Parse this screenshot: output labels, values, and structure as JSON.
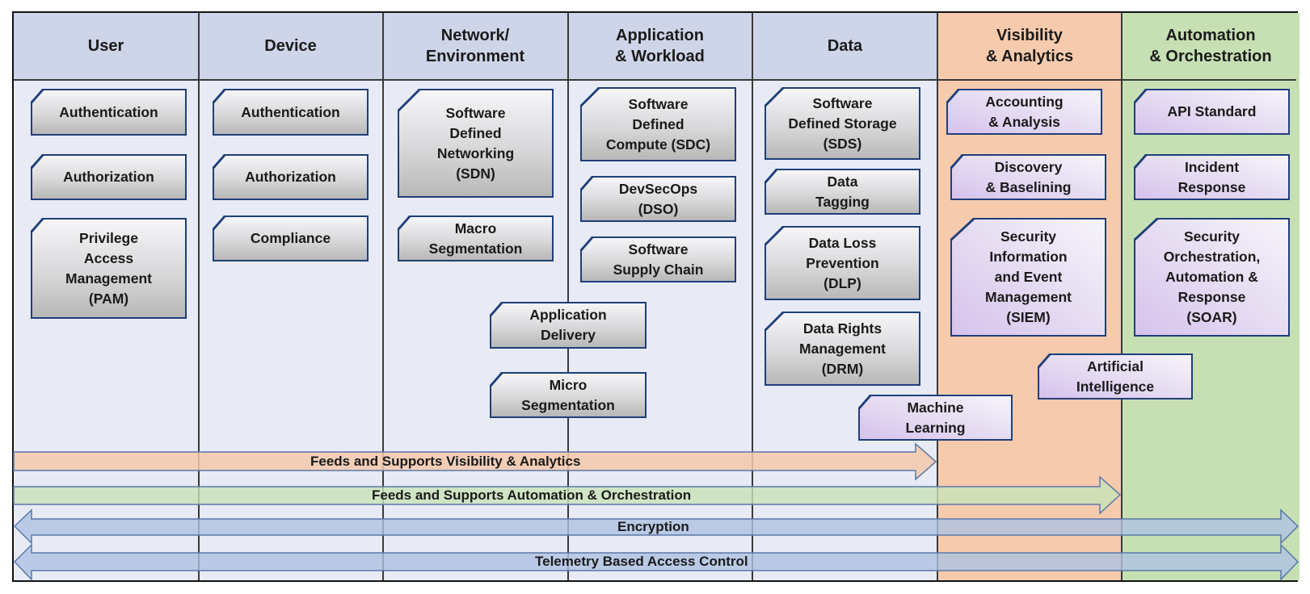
{
  "diagram": {
    "columns": [
      {
        "id": "user",
        "title": "User",
        "color": "#cfd5e8",
        "body_color": "#e8ebf5"
      },
      {
        "id": "device",
        "title": "Device",
        "color": "#cfd5e8",
        "body_color": "#e8ebf5"
      },
      {
        "id": "network",
        "title": "Network/\nEnvironment",
        "color": "#cfd5e8",
        "body_color": "#e8ebf5"
      },
      {
        "id": "application",
        "title": "Application\n& Workload",
        "color": "#cfd5e8",
        "body_color": "#e8ebf5"
      },
      {
        "id": "data",
        "title": "Data",
        "color": "#cfd5e8",
        "body_color": "#e8ebf5"
      },
      {
        "id": "visibility",
        "title": "Visibility\n& Analytics",
        "color": "#f6cbad",
        "body_color": "#f6cbad"
      },
      {
        "id": "automation",
        "title": "Automation\n& Orchestration",
        "color": "#c6e0b4",
        "body_color": "#c6e0b4"
      }
    ],
    "capabilities": {
      "user": [
        "Authentication",
        "Authorization",
        "Privilege\nAccess\nManagement\n(PAM)"
      ],
      "device": [
        "Authentication",
        "Authorization",
        "Compliance"
      ],
      "network": [
        "Software\nDefined\nNetworking\n(SDN)",
        "Macro\nSegmentation"
      ],
      "application": [
        "Software\nDefined\nCompute (SDC)",
        "DevSecOps\n(DSO)",
        "Software\nSupply Chain"
      ],
      "network_application_shared": [
        "Application\nDelivery",
        "Micro\nSegmentation"
      ],
      "data": [
        "Software\nDefined Storage\n(SDS)",
        "Data\nTagging",
        "Data Loss\nPrevention\n(DLP)",
        "Data Rights\nManagement\n(DRM)"
      ],
      "visibility": [
        "Accounting\n& Analysis",
        "Discovery\n& Baselining",
        "Security\nInformation\nand Event\nManagement\n(SIEM)"
      ],
      "automation": [
        "API Standard",
        "Incident\nResponse",
        "Security\nOrchestration,\nAutomation &\nResponse\n(SOAR)"
      ],
      "cross_cutting": [
        "Machine\nLearning",
        "Artificial\nIntelligence"
      ]
    },
    "flows": [
      {
        "label": "Feeds and Supports Visibility & Analytics",
        "direction": "right",
        "target": "visibility",
        "color": "#f4cbb0"
      },
      {
        "label": "Feeds and Supports Automation & Orchestration",
        "direction": "right",
        "target": "automation",
        "color": "#c9e2bd"
      },
      {
        "label": "Encryption",
        "direction": "both",
        "target": "all",
        "color": "#b4c6e4"
      },
      {
        "label": "Telemetry Based Access Control",
        "direction": "both",
        "target": "all",
        "color": "#b4c6e4"
      }
    ],
    "colors": {
      "box_border": "#1f3f7a",
      "arrow_border": "#5a78a8"
    }
  }
}
